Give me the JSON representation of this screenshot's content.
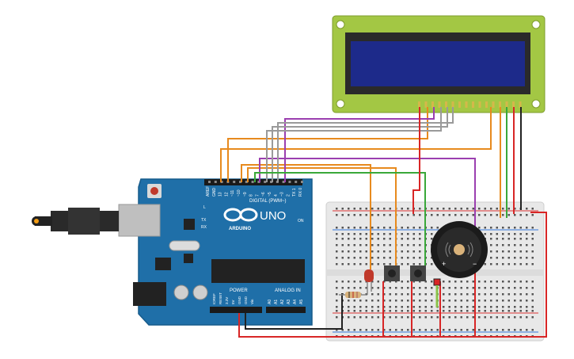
{
  "arduino": {
    "brand_word": "UNO",
    "brand_name": "ARDUINO",
    "digital_label": "DIGITAL (PWM~)",
    "power_label": "POWER",
    "analog_label": "ANALOG IN",
    "on_label": "ON",
    "l_label": "L",
    "tx_label": "TX",
    "rx_label": "RX",
    "digital_pins": [
      "AREF",
      "GND",
      "13",
      "12",
      "~11",
      "~10",
      "~9",
      "8",
      "7",
      "~6",
      "~5",
      "4",
      "~3",
      "2",
      "TX 1",
      "RX 0"
    ],
    "power_pins": [
      "IOREF",
      "RESET",
      "3.3V",
      "5V",
      "GND",
      "GND",
      "Vin"
    ],
    "analog_pins": [
      "A0",
      "A1",
      "A2",
      "A3",
      "A4",
      "A5"
    ]
  },
  "buzzer": {
    "plus": "+",
    "minus": "−"
  },
  "colors": {
    "board": "#1f6fa8",
    "board_dark": "#175b8b",
    "lcd_pcb": "#9cc23f",
    "lcd_screen": "#1d2a8a",
    "breadboard": "#e7e7e7",
    "rail_red": "#d33",
    "rail_blue": "#37d",
    "wire_orange": "#e78a1e",
    "wire_purple": "#9b3fb0",
    "wire_green": "#3aa83a",
    "wire_red": "#d82626",
    "wire_gray": "#9a9a9a",
    "wire_black": "#222222"
  },
  "icons": [
    "usb-plug-icon",
    "infinity-logo-icon",
    "speaker-wave-icon"
  ]
}
